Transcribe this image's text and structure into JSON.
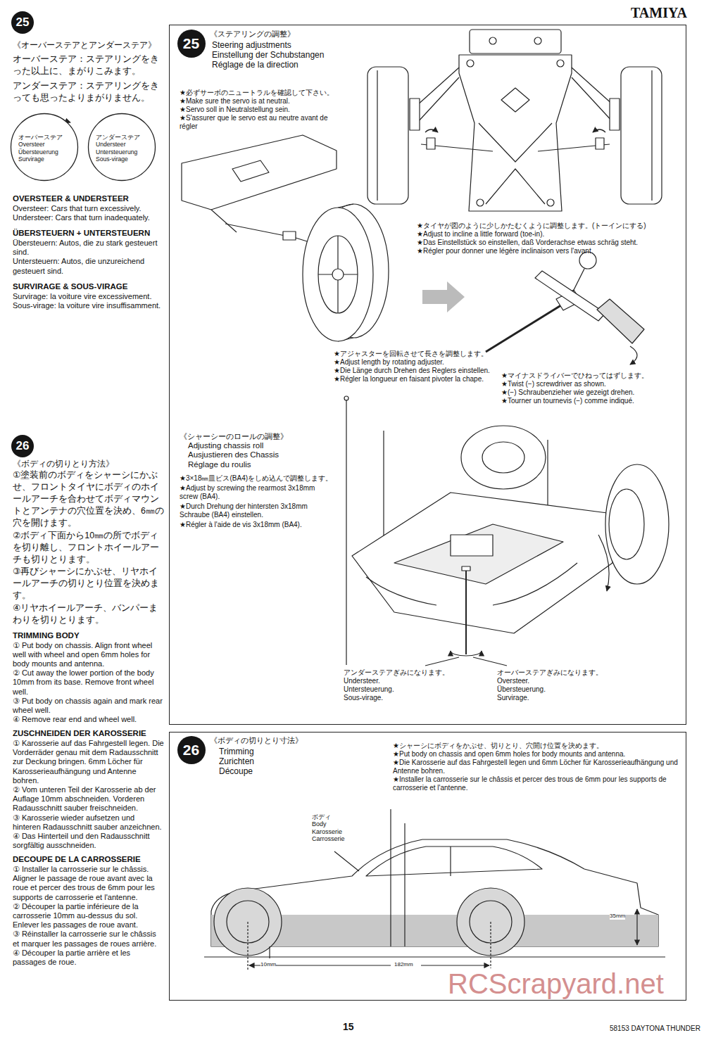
{
  "diagram": {
    "nodes": [
      {
        "text": [
          "《ステアリングの調整》",
          "Steering adjustments",
          "Einstellung der Schubstangen",
          "Réglage de la direction"
        ]
      },
      {
        "text": [
          "25"
        ],
        "in": 0
      },
      {
        "text": [
          "《ボディの切りとり寸法》",
          "Trimming",
          "Zurichten",
          "Découpe"
        ]
      },
      {
        "text": [
          "26"
        ],
        "in": 2
      },
      {
        "text": [
          "25"
        ]
      },
      {
        "text": [
          "26"
        ]
      },
      {
        "text": [
          "オーバーステア",
          "Oversteer",
          "Übersteuerung",
          "Survirage"
        ]
      },
      {
        "text": [
          "アンダーステア",
          "Understeer",
          "Untersteuerung",
          "Sous-virage"
        ]
      }
    ],
    "labels": [
      "TAMIYA",
      "《オーバーステアとアンダーステア》",
      "オーバーステア：ステアリングをきった以上に、まがりこみます。",
      "アンダーステア：ステアリングをきっても思ったよりまがりません。",
      "OVERSTEER & UNDERSTEER",
      "Oversteer: Cars that turn excessively.",
      "Understeer: Cars that turn inadequately.",
      "ÜBERSTEUERN + UNTERSTEUERN",
      "Übersteuern: Autos, die zu stark gesteuert sind.",
      "Untersteuern: Autos, die unzureichend gesteuert sind.",
      "SURVIRAGE & SOUS-VIRAGE",
      "Survirage: la voiture vire excessivement.",
      "Sous-virage: la voiture vire insuffisamment.",
      "《ボディの切りとり方法》",
      "①塗装前のボディをシャーシにかぶせ、フロントタイヤにボディのホイールアーチを合わせてボディマウントとアンテナの穴位置を決め、6㎜の穴を開けます。",
      "②ボディ下面から10㎜の所でボディを切り離し、フロントホイールアーチも切りとります。",
      "③再びシャーシにかぶせ、リヤホイールアーチの切りとり位置を決めます。",
      "④リヤホイールアーチ、バンパーまわりを切りとります。",
      "TRIMMING BODY",
      "① Put body on chassis. Align front wheel well with wheel and open 6mm holes for body mounts and antenna.",
      "② Cut away the lower portion of the body 10mm from its base. Remove front wheel well.",
      "③ Put body on chassis again and mark rear wheel well.",
      "④ Remove rear end and wheel well.",
      "ZUSCHNEIDEN DER KAROSSERIE",
      "① Karosserie auf das Fahrgestell legen. Die Vorderräder genau mit dem Radausschnitt zur Deckung bringen. 6mm Löcher für Karosserieaufhängung und Antenne bohren.",
      "② Vom unteren Teil der Karosserie ab der Auflage 10mm abschneiden. Vorderen Radausschnitt sauber freischneiden.",
      "③ Karosserie wieder aufsetzen und hinteren Radausschnitt sauber anzeichnen.",
      "④ Das Hinterteil und den Radausschnitt sorgfältig ausschneiden.",
      "DECOUPE DE LA CARROSSERIE",
      "① Installer la carrosserie sur le châssis. Aligner le passage de roue avant avec la roue et percer des trous de 6mm pour les supports de carrosserie et l'antenne.",
      "② Découper la partie inférieure de la carrosserie 10mm au-dessus du sol. Enlever les passages de roue avant.",
      "③ Réinstaller la carrosserie sur le châssis et marquer les passages de roues arrière.",
      "④ Découper la partie arrière et les passages de roue.",
      "★必ずサーボのニュートラルを確認して下さい。",
      "★Make sure the servo is at neutral.",
      "★Servo soll in Neutralstellung sein.",
      "★S'assurer que le servo est au neutre avant de régler",
      "★タイヤが図のように少しかたむくように調整します。(トーインにする)",
      "★Adjust to incline a little forward (toe-in).",
      "★Das Einstellstück so einstellen, daß Vorderachse etwas schräg steht.",
      "★Régler pour donner une légère inclinaison vers l'avant.",
      "★アジャスターを回転させて長さを調整します。",
      "★Adjust length by rotating adjuster.",
      "★Die Länge durch Drehen des Reglers einstellen.",
      "★Régler la longueur en faisant pivoter la chape.",
      "★マイナスドライバーでひねってはずします。",
      "★Twist (−) screwdriver as shown.",
      "★(−) Schraubenzieher wie gezeigt drehen.",
      "★Tourner un tournevis (−) comme indiqué.",
      "《シャーシーのロールの調整》",
      "Adjusting chassis roll",
      "Ausjustieren des Chassis",
      "Réglage du roulis",
      "★3×18㎜皿ビス(BA4)をしめ込んで調整します。",
      "★Adjust by screwing the rearmost 3x18mm screw (BA4).",
      "★Durch Drehung der hintersten 3x18mm Schraube (BA4) einstellen.",
      "★Régler à l'aide de vis 3x18mm (BA4).",
      "アンダーステアぎみになります。",
      "Understeer.",
      "Untersteuerung.",
      "Sous-virage.",
      "オーバーステアぎみになります。",
      "Oversteer.",
      "Übersteuerung.",
      "Survirage.",
      "★シャーシにボディをかぶせ、切りとり、穴開け位置を決めます。",
      "★Put body on chassis and open 6mm holes for body mounts and antenna.",
      "★Die Karosserie auf das Fahrgestell legen und 6mm Löcher für Karosserieaufhängung und Antenne bohren.",
      "★Installer la carrosserie sur le châssis et percer des trous de 6mm pour les supports de carrosserie et l'antenne.",
      "ボディ",
      "Body",
      "Karosserie",
      "Carrosserie",
      "35mm",
      "10mm",
      "182mm",
      "15",
      "58153 DAYTONA THUNDER",
      "RCScrapyard.net"
    ]
  }
}
